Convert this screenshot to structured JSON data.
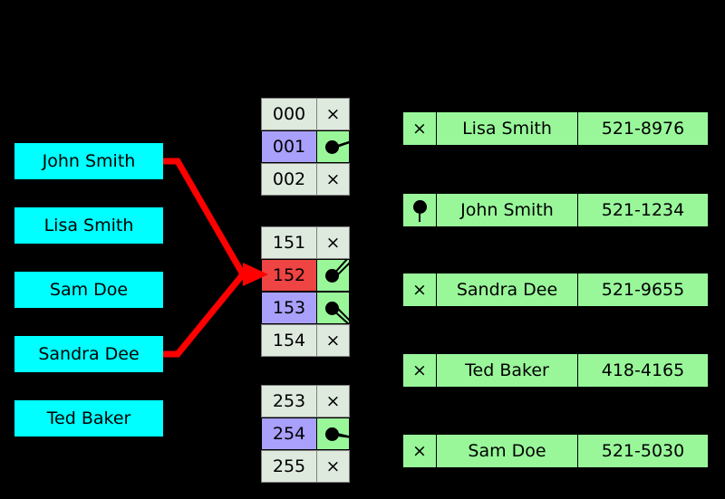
{
  "diagram": {
    "title": "hash-table-separate-chaining",
    "colors": {
      "background": "#000000",
      "key_box": "#00ffff",
      "bucket_cell": "#dfeadf",
      "bucket_highlight_red": "#ee4444",
      "bucket_highlight_blue": "#a9a0fb",
      "bucket_pointer_filled": "#99f79a",
      "entry_box": "#99f79a",
      "hash_arrow": "#ff0000",
      "text": "#000000"
    }
  },
  "keys": [
    {
      "label": "John Smith"
    },
    {
      "label": "Lisa Smith"
    },
    {
      "label": "Sam Doe"
    },
    {
      "label": "Sandra Dee"
    },
    {
      "label": "Ted Baker"
    }
  ],
  "buckets": {
    "empty_glyph": "×",
    "groups": [
      {
        "rows": [
          {
            "index": "000",
            "highlight": "none",
            "pointer": "empty"
          },
          {
            "index": "001",
            "highlight": "blue",
            "pointer": "link"
          },
          {
            "index": "002",
            "highlight": "none",
            "pointer": "empty"
          }
        ]
      },
      {
        "rows": [
          {
            "index": "151",
            "highlight": "none",
            "pointer": "empty"
          },
          {
            "index": "152",
            "highlight": "red",
            "pointer": "link"
          },
          {
            "index": "153",
            "highlight": "blue",
            "pointer": "link"
          },
          {
            "index": "154",
            "highlight": "none",
            "pointer": "empty"
          }
        ]
      },
      {
        "rows": [
          {
            "index": "253",
            "highlight": "none",
            "pointer": "empty"
          },
          {
            "index": "254",
            "highlight": "blue",
            "pointer": "link"
          },
          {
            "index": "255",
            "highlight": "none",
            "pointer": "empty"
          }
        ]
      }
    ]
  },
  "entries": [
    {
      "flag": "×",
      "name": "Lisa Smith",
      "phone": "521-8976"
    },
    {
      "flag": "dot",
      "name": "John Smith",
      "phone": "521-1234"
    },
    {
      "flag": "×",
      "name": "Sandra Dee",
      "phone": "521-9655"
    },
    {
      "flag": "×",
      "name": "Ted Baker",
      "phone": "418-4165"
    },
    {
      "flag": "×",
      "name": "Sam Doe",
      "phone": "521-5030"
    }
  ]
}
